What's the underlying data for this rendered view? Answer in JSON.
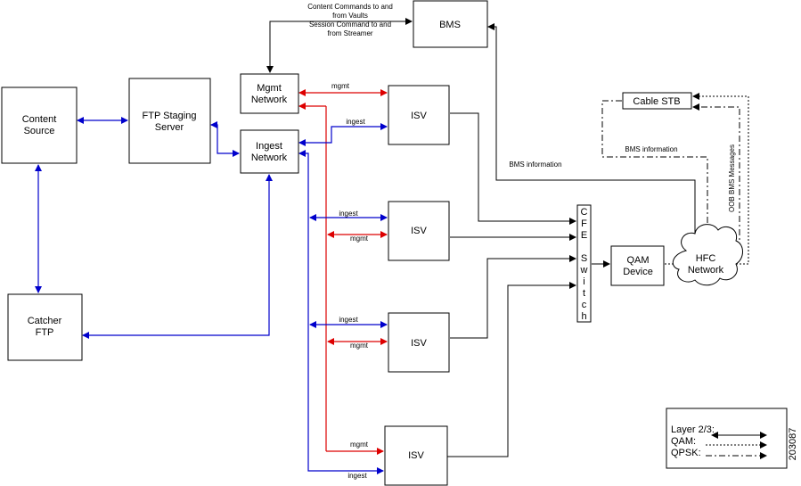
{
  "nodes": {
    "content_source": {
      "line1": "Content",
      "line2": "Source"
    },
    "ftp_staging": {
      "line1": "FTP Staging",
      "line2": "Server"
    },
    "catcher_ftp": {
      "line1": "Catcher",
      "line2": "FTP"
    },
    "mgmt_network": {
      "line1": "Mgmt",
      "line2": "Network"
    },
    "ingest_network": {
      "line1": "Ingest",
      "line2": "Network"
    },
    "bms": {
      "label": "BMS"
    },
    "isv": {
      "label": "ISV"
    },
    "cfe_switch": {
      "letters": [
        "C",
        "F",
        "E",
        "",
        "S",
        "w",
        "i",
        "t",
        "c",
        "h"
      ]
    },
    "qam_device": {
      "line1": "QAM",
      "line2": "Device"
    },
    "hfc_network": {
      "line1": "HFC",
      "line2": "Network"
    },
    "cable_stb": {
      "label": "Cable STB"
    }
  },
  "edge_labels": {
    "content_commands_1": "Content Commands to and",
    "content_commands_2": "from Vaults",
    "session_command_1": "Session Command to and",
    "session_command_2": "from Streamer",
    "mgmt": "mgmt",
    "ingest": "ingest",
    "bms_information": "BMS information",
    "oob_bms_messages": "OOB BMS Messages"
  },
  "legend": {
    "layer23": "Layer 2/3:",
    "qam": "QAM:",
    "qpsk": "QPSK:"
  },
  "figure_number": "203087",
  "colors": {
    "ingest_link": "#0000cc",
    "mgmt_link": "#dd0000"
  }
}
